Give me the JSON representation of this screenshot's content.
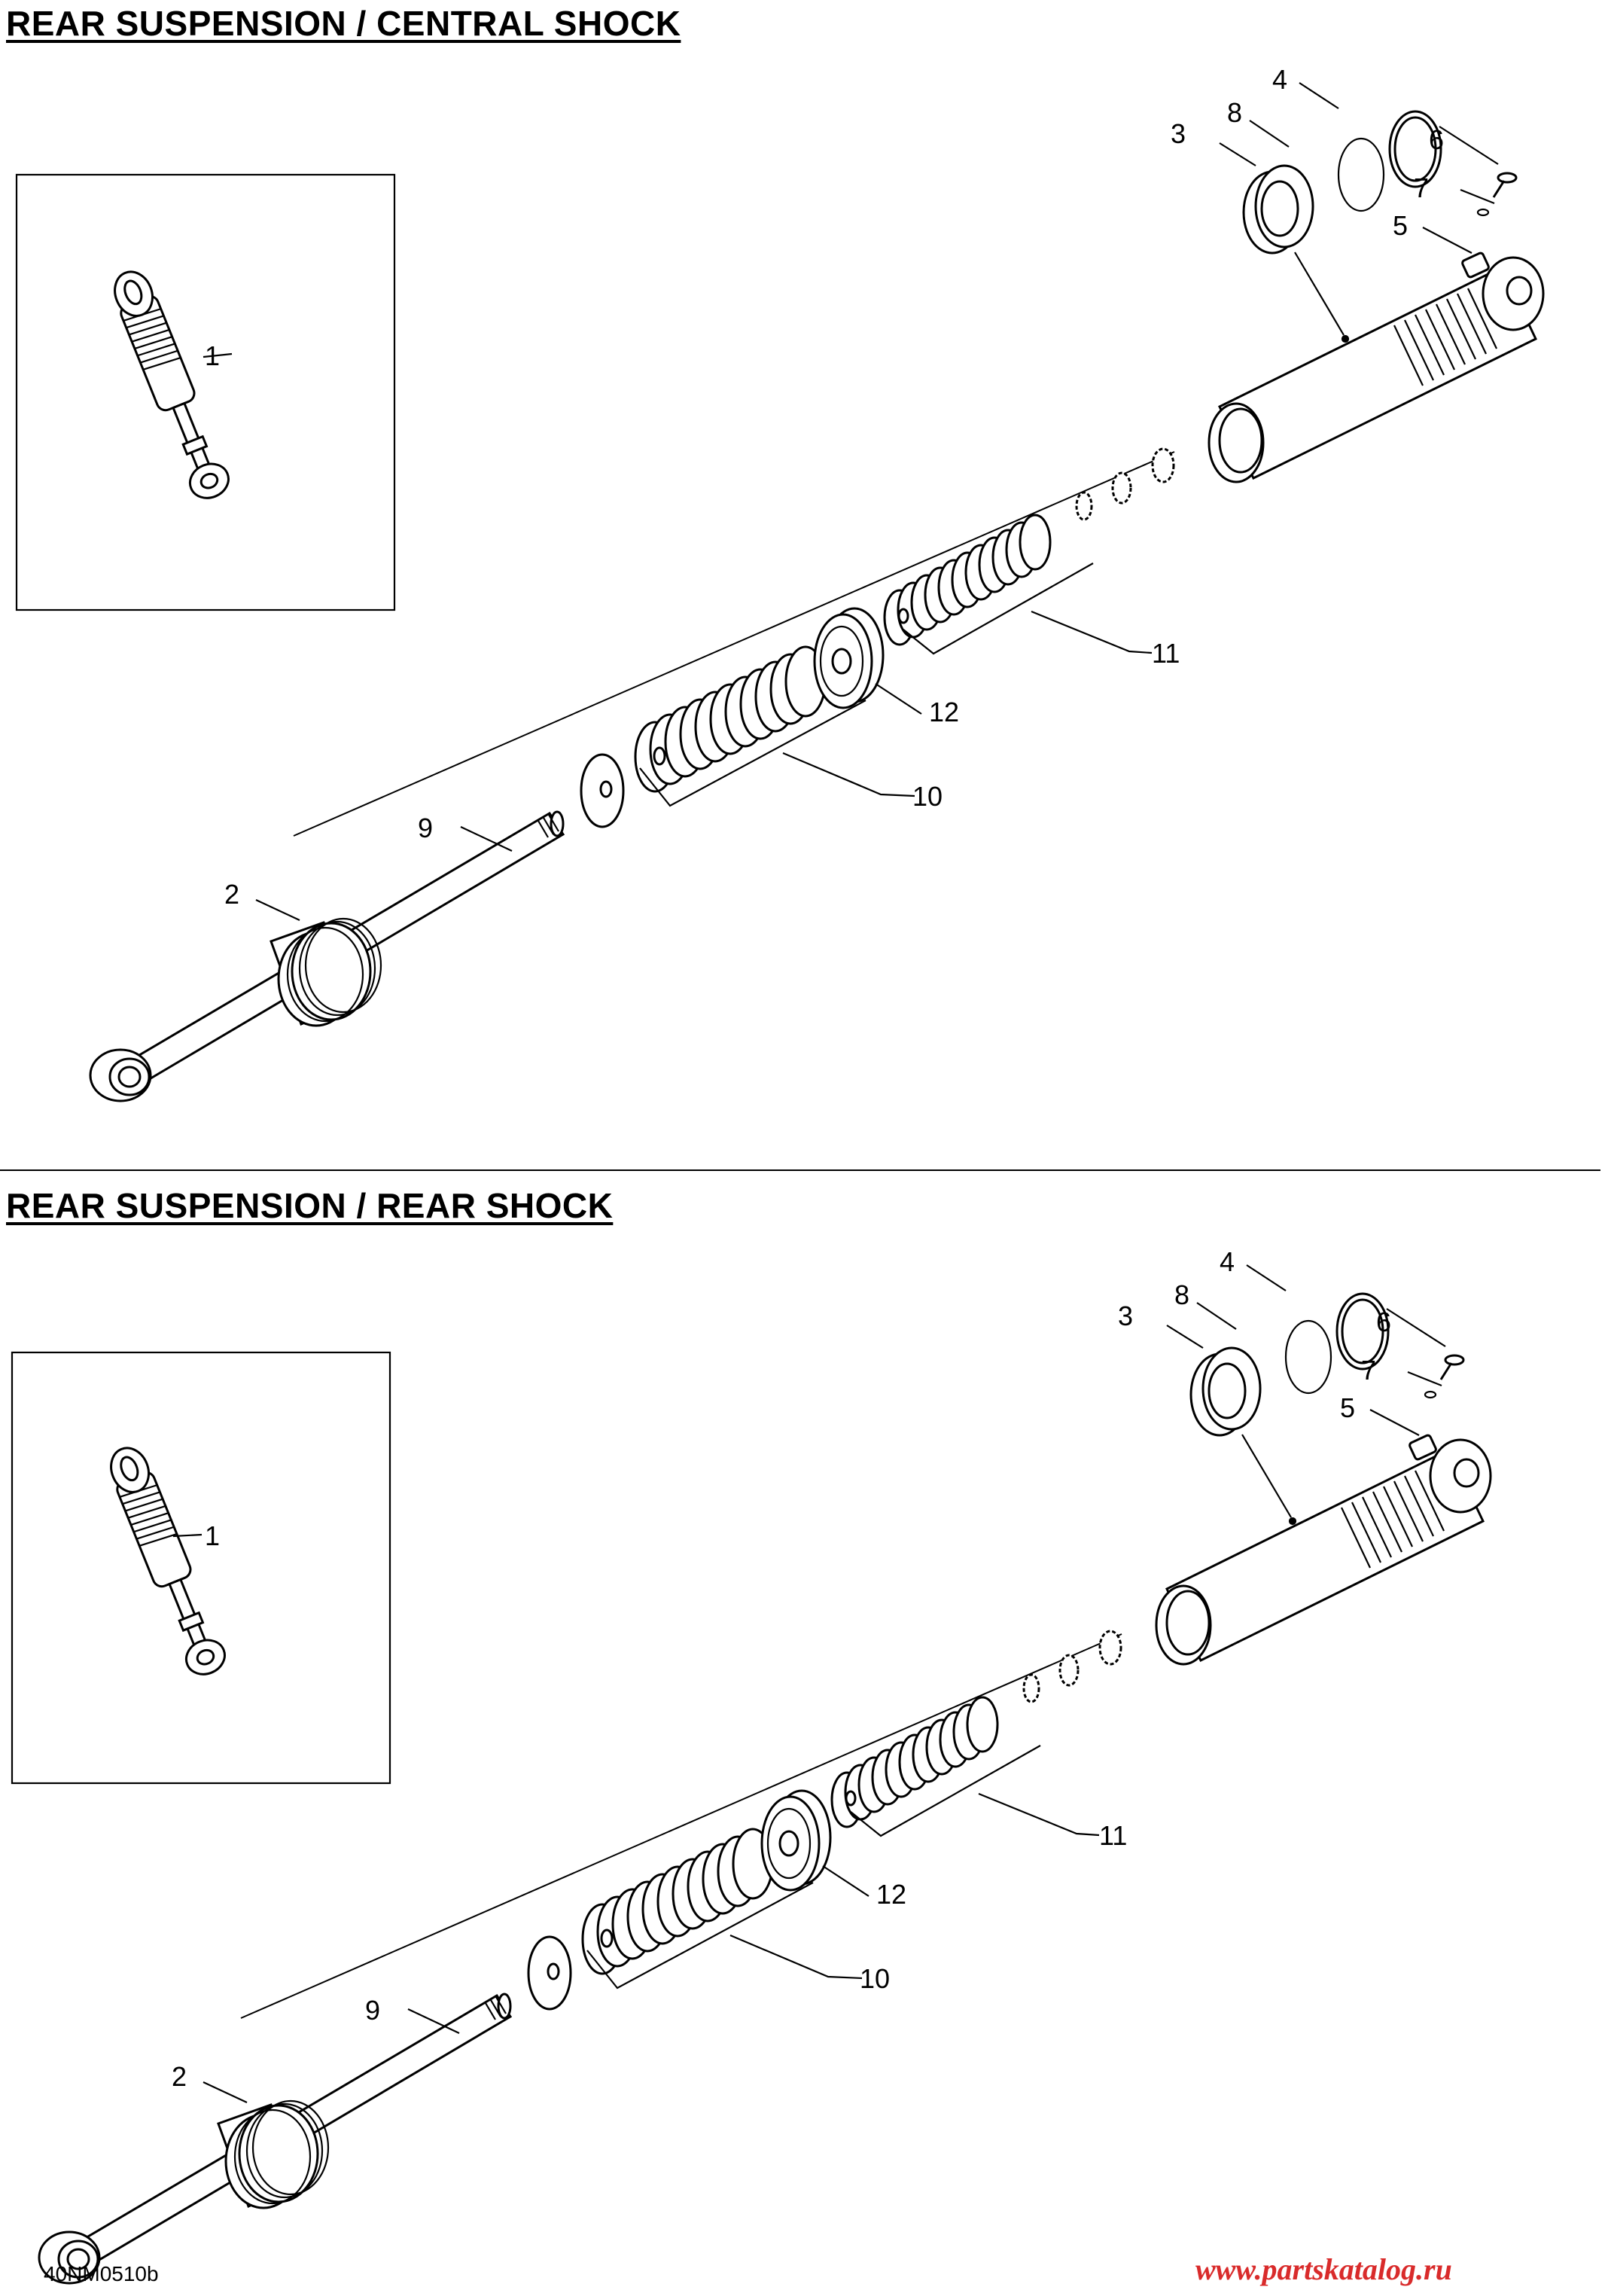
{
  "sections": [
    {
      "title": "REAR SUSPENSION / CENTRAL SHOCK",
      "callouts": [
        "1",
        "2",
        "3",
        "4",
        "5",
        "6",
        "7",
        "8",
        "9",
        "10",
        "11",
        "12"
      ]
    },
    {
      "title": "REAR SUSPENSION / REAR SHOCK",
      "callouts": [
        "1",
        "2",
        "3",
        "4",
        "5",
        "6",
        "7",
        "8",
        "9",
        "10",
        "11",
        "12"
      ]
    }
  ],
  "footer": {
    "watermark": "www.partskatalog.ru",
    "diagram_code": "40NM0510b"
  }
}
